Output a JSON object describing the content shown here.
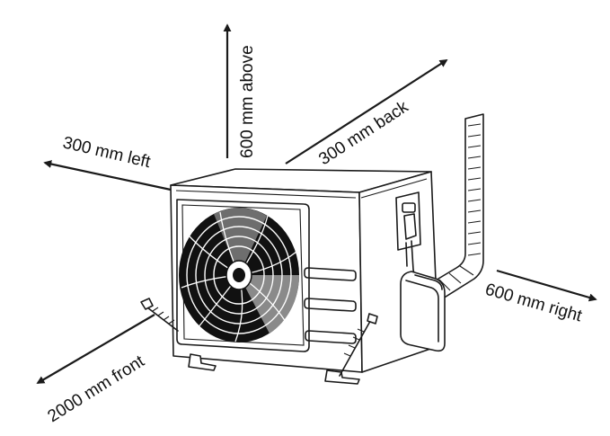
{
  "diagram": {
    "subject": "outdoor air-conditioner unit installation clearances",
    "clearances": {
      "above": "600 mm above",
      "left": "300 mm left",
      "back": "300 mm back",
      "right": "600 mm right",
      "front": "2000 mm front"
    }
  },
  "colors": {
    "line": "#1a1a1a",
    "background": "#ffffff",
    "fan_dark": "#111111",
    "fan_gray": "#8a8a8a"
  }
}
